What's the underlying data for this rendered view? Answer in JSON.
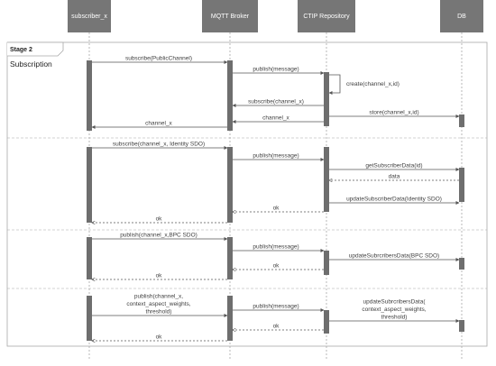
{
  "participants": [
    {
      "id": "subscriber",
      "label": "subscriber_x"
    },
    {
      "id": "broker",
      "label": "MQTT Broker"
    },
    {
      "id": "repo",
      "label": "CTIP Repository"
    },
    {
      "id": "db",
      "label": "DB"
    }
  ],
  "frame": {
    "tag": "Stage 2",
    "title": "Subscription"
  },
  "messages": [
    {
      "from": "subscriber",
      "to": "broker",
      "label": "subscribe(PublicChannel)",
      "style": "solid"
    },
    {
      "from": "broker",
      "to": "repo",
      "label": "publish(message)",
      "style": "solid"
    },
    {
      "from": "repo",
      "to": "repo",
      "label": "create(channel_x,id)",
      "style": "self"
    },
    {
      "from": "repo",
      "to": "broker",
      "label": "subscribe(channel_x)",
      "style": "solid"
    },
    {
      "from": "repo",
      "to": "db",
      "label": "store(channel_x,id)",
      "style": "solid"
    },
    {
      "from": "repo",
      "to": "broker",
      "label": "channel_x",
      "style": "solid"
    },
    {
      "from": "broker",
      "to": "subscriber",
      "label": "channel_x",
      "style": "solid"
    },
    {
      "from": "subscriber",
      "to": "broker",
      "label": "subscribe(channel_x, Identity SDO)",
      "style": "solid"
    },
    {
      "from": "broker",
      "to": "repo",
      "label": "publish(message)",
      "style": "solid"
    },
    {
      "from": "repo",
      "to": "db",
      "label": "getSubscriberData(id)",
      "style": "solid"
    },
    {
      "from": "db",
      "to": "repo",
      "label": "data",
      "style": "dashed"
    },
    {
      "from": "repo",
      "to": "db",
      "label": "updateSubscriberData(Identity SDO)",
      "style": "solid"
    },
    {
      "from": "repo",
      "to": "broker",
      "label": "ok",
      "style": "dashed"
    },
    {
      "from": "broker",
      "to": "subscriber",
      "label": "ok",
      "style": "dashed"
    },
    {
      "from": "subscriber",
      "to": "broker",
      "label": "publish(channel_x,BPC SDO)",
      "style": "solid"
    },
    {
      "from": "broker",
      "to": "repo",
      "label": "publish(message)",
      "style": "solid"
    },
    {
      "from": "repo",
      "to": "db",
      "label": "updateSubrcribersData(BPC SDO)",
      "style": "solid"
    },
    {
      "from": "repo",
      "to": "broker",
      "label": "ok",
      "style": "dashed"
    },
    {
      "from": "broker",
      "to": "subscriber",
      "label": "ok",
      "style": "dashed"
    },
    {
      "from": "subscriber",
      "to": "broker",
      "label": "publish(channel_x,\ncontext_aspect_weights,\nthreshold)",
      "style": "solid"
    },
    {
      "from": "broker",
      "to": "repo",
      "label": "publish(message)",
      "style": "solid"
    },
    {
      "from": "repo",
      "to": "db",
      "label": "updateSubrcribersData(\ncontext_aspect_weights,\nthreshold)",
      "style": "solid"
    },
    {
      "from": "repo",
      "to": "broker",
      "label": "ok",
      "style": "dashed"
    },
    {
      "from": "broker",
      "to": "subscriber",
      "label": "ok",
      "style": "dashed"
    }
  ],
  "colors": {
    "header": "#767676",
    "activation": "#6e6e6e",
    "line": "#555555",
    "lifeline": "#9a9a9a",
    "text": "#404040",
    "frame": "#a8a8a8"
  }
}
